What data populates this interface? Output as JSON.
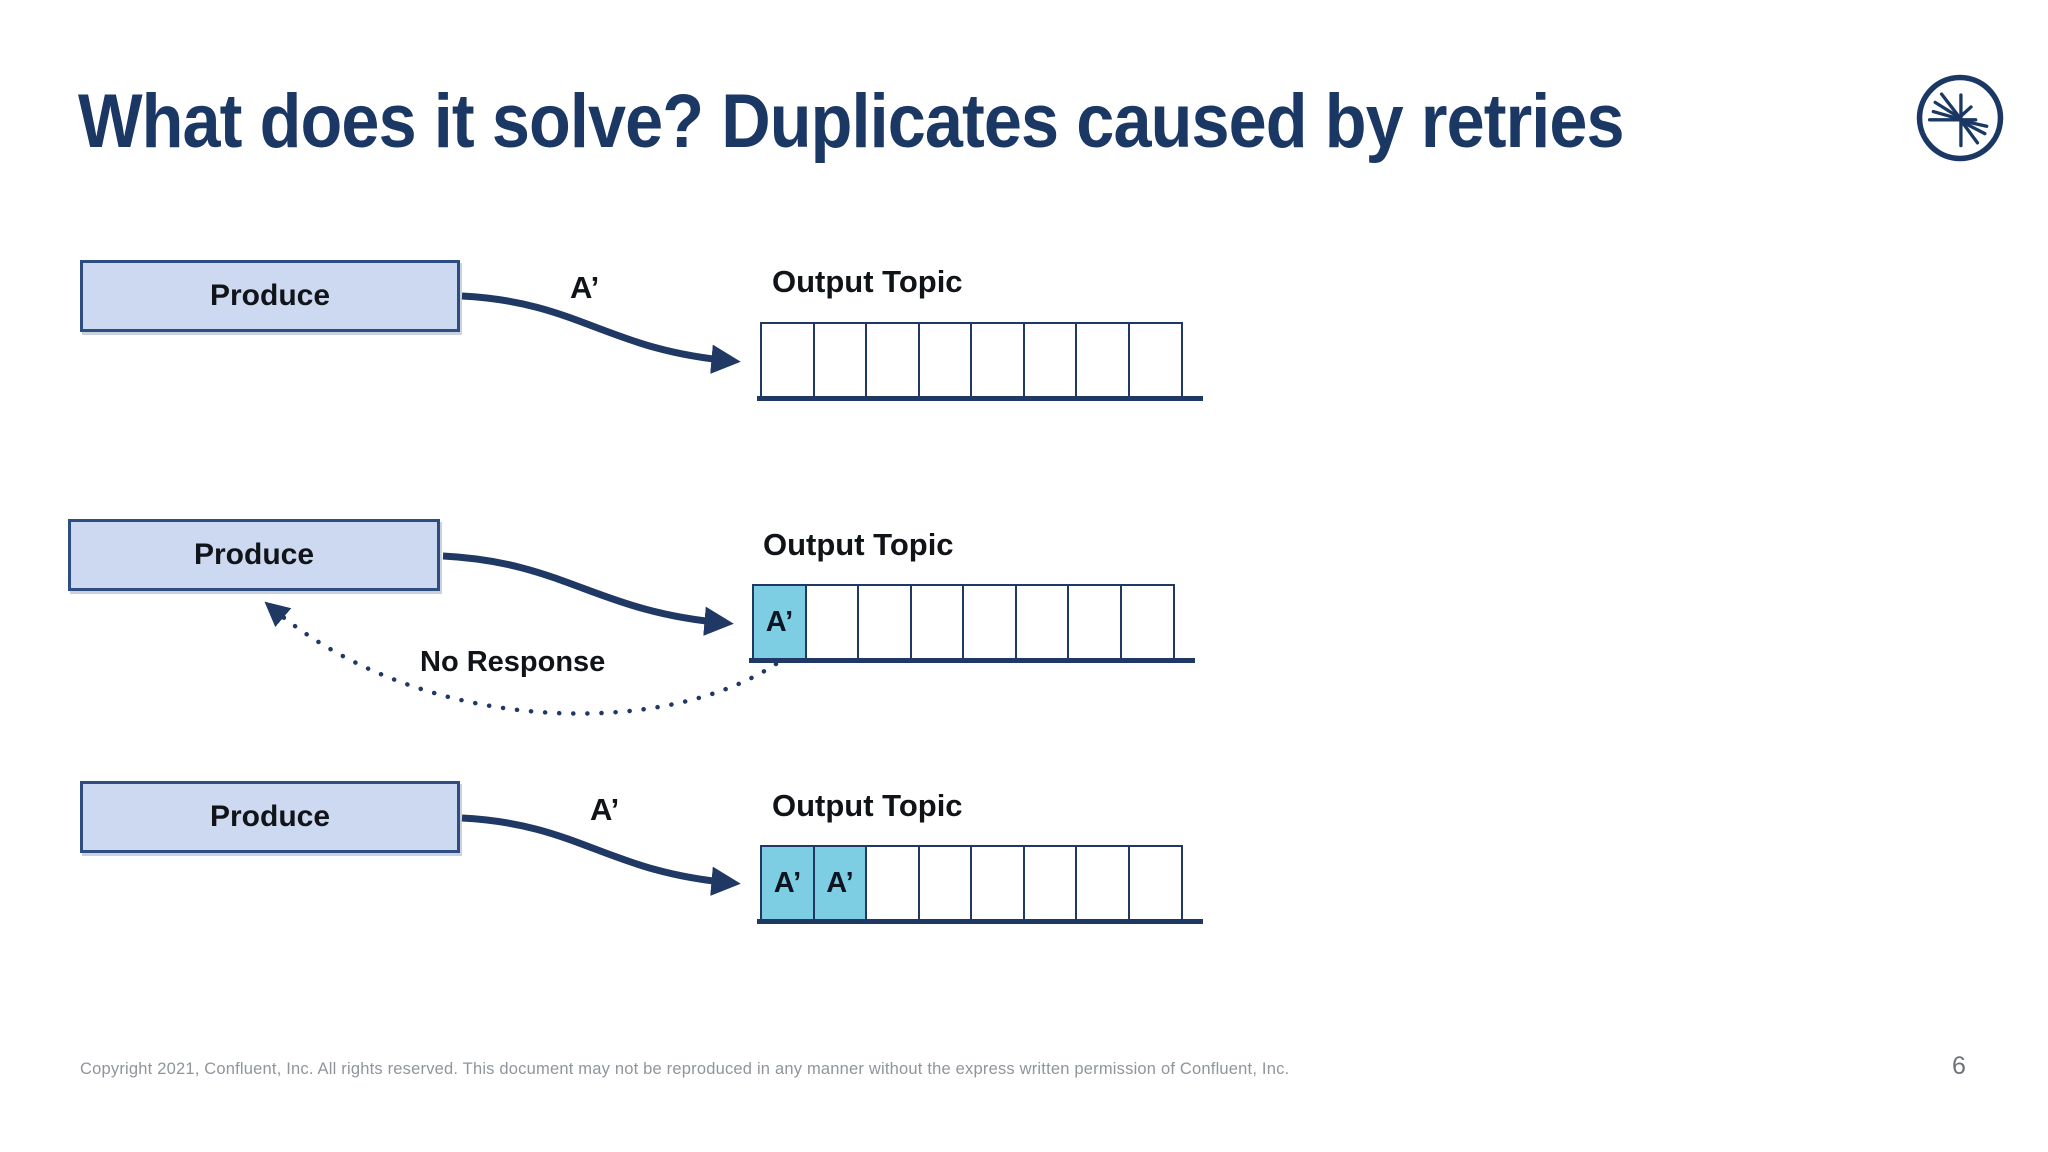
{
  "slide": {
    "title": "What does it solve? Duplicates caused by retries",
    "footer": "Copyright 2021, Confluent, Inc. All rights reserved. This document may not be reproduced in any manner without the express written permission of Confluent, Inc.",
    "page_number": "6",
    "logo_icon": "confluent-logo",
    "colors": {
      "navy_accent": "#1f3864",
      "title_navy": "#1b3764",
      "producer_box_fill": "#ccd9f0",
      "producer_box_border": "#2e4d80",
      "message_cell_fill": "#7dcee3",
      "footer_gray": "#8f959c",
      "page_number_gray": "#6d737c"
    }
  },
  "rows": [
    {
      "producer_label": "Produce",
      "message_label": "A’",
      "topic_title": "Output Topic",
      "cells": [
        "",
        "",
        "",
        "",
        "",
        "",
        "",
        ""
      ]
    },
    {
      "producer_label": "Produce",
      "topic_title": "Output Topic",
      "no_response_label": "No Response",
      "cells": [
        "A’",
        "",
        "",
        "",
        "",
        "",
        "",
        ""
      ]
    },
    {
      "producer_label": "Produce",
      "message_label": "A’",
      "topic_title": "Output Topic",
      "cells": [
        "A’",
        "A’",
        "",
        "",
        "",
        "",
        "",
        ""
      ]
    }
  ]
}
